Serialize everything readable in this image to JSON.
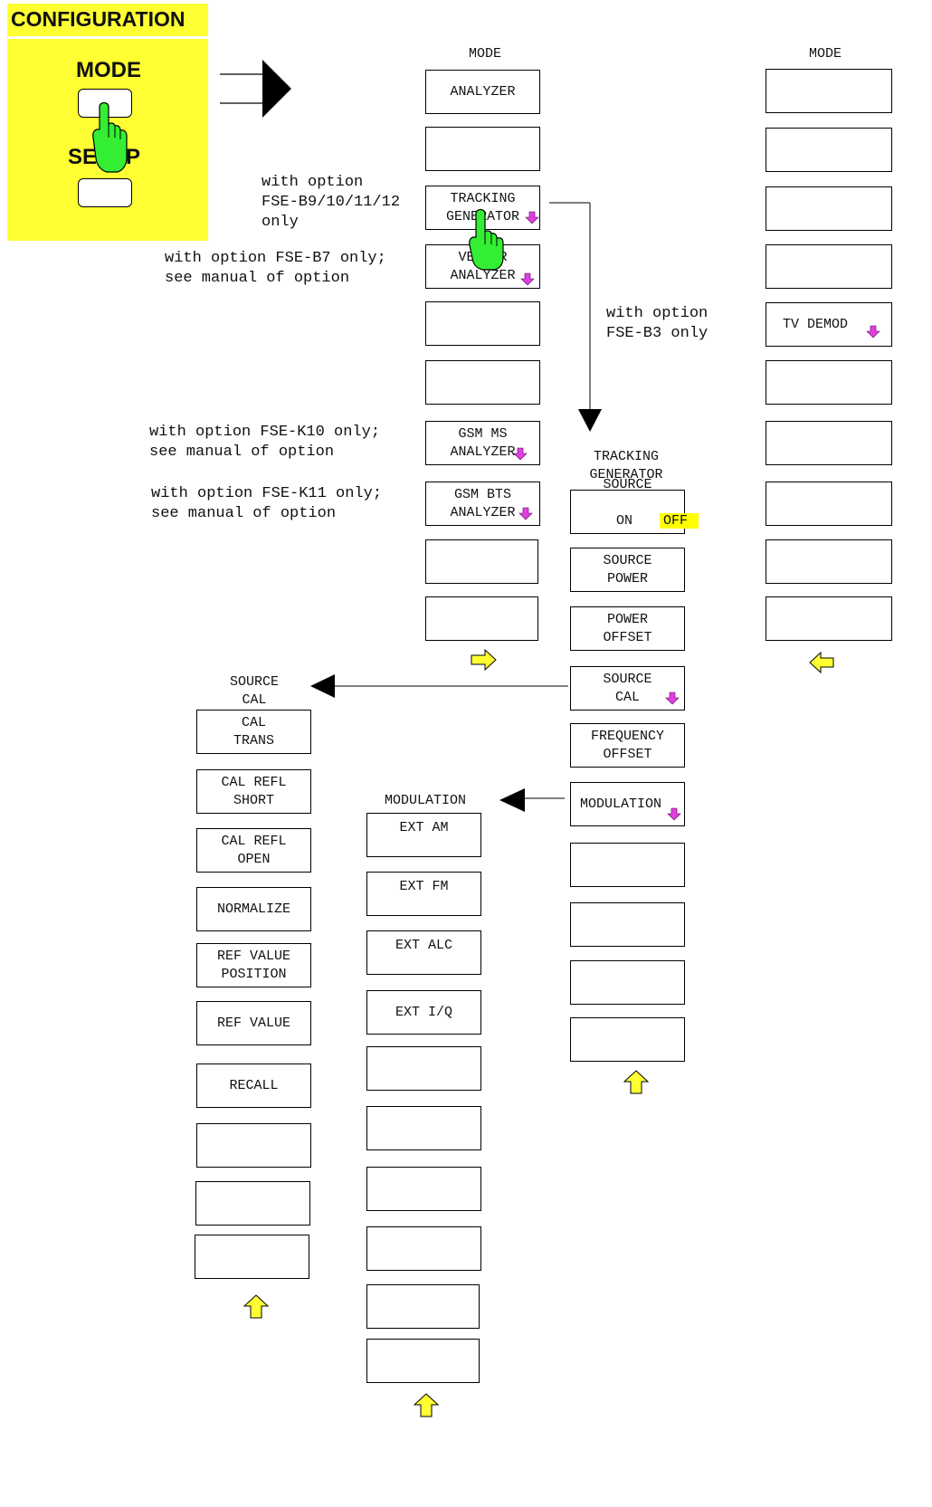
{
  "panel": {
    "title": "CONFIGURATION",
    "mode_label": "MODE",
    "setup_label": "SETUP"
  },
  "mode_menu": {
    "title": "MODE",
    "keys": [
      "ANALYZER",
      "",
      "TRACKING\nGENERATOR",
      "VECTOR\nANALYZER",
      "",
      "",
      "GSM MS\nANALYZER",
      "GSM BTS\nANALYZER",
      "",
      ""
    ]
  },
  "mode_menu2": {
    "title": "MODE",
    "keys": [
      "",
      "",
      "",
      "",
      "TV DEMOD",
      "",
      "",
      "",
      "",
      ""
    ]
  },
  "tracking_menu": {
    "title": "TRACKING\nGENERATOR",
    "source_label": "SOURCE",
    "source_on": "ON",
    "source_off": "OFF",
    "keys": [
      "SOURCE\nPOWER",
      "POWER\nOFFSET",
      "SOURCE\nCAL",
      "FREQUENCY\nOFFSET",
      "MODULATION",
      "",
      "",
      "",
      ""
    ]
  },
  "source_cal_menu": {
    "title": "SOURCE\nCAL",
    "keys": [
      "CAL\nTRANS",
      "CAL REFL\nSHORT",
      "CAL REFL\nOPEN",
      "NORMALIZE",
      "REF VALUE\nPOSITION",
      "REF VALUE",
      "RECALL",
      "",
      "",
      ""
    ]
  },
  "modulation_menu": {
    "title": "MODULATION",
    "keys": [
      "EXT AM",
      "EXT FM",
      "EXT ALC",
      "EXT I/Q",
      "",
      "",
      "",
      "",
      "",
      ""
    ]
  },
  "notes": {
    "tracking_option": "with option\nFSE-B9/10/11/12\nonly",
    "vector_option": "with option FSE-B7 only;\nsee manual of option",
    "tv_option": "with option\nFSE-B3 only",
    "gsm_ms_option": "with option FSE-K10 only;\nsee manual of option",
    "gsm_bts_option": "with option FSE-K11 only;\nsee manual of option"
  },
  "colors": {
    "panel": "#ffff33",
    "highlight": "#ffff00",
    "hand": "#33ee33",
    "submenu_mark": "#e040e0"
  }
}
